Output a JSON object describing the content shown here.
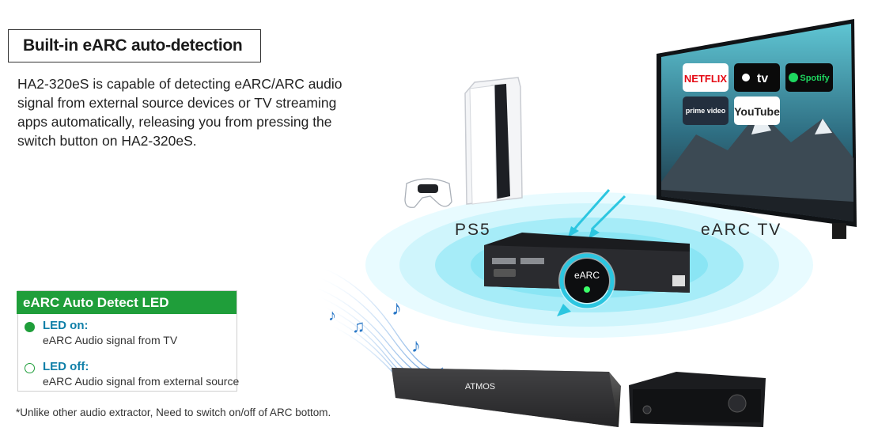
{
  "heading": "Built-in eARC auto-detection",
  "description": "HA2-320eS is capable of detecting eARC/ARC audio signal from external source devices or TV streaming apps automatically, releasing you from pressing the switch button on HA2-320eS.",
  "labels": {
    "ps5": "PS5",
    "earc_tv": "eARC TV",
    "earc_button": "eARC",
    "atmos": "ATMOS"
  },
  "apps": [
    "NETFLIX",
    "tv",
    "Spotify",
    "prime video",
    "YouTube"
  ],
  "led_panel": {
    "title": "eARC Auto Detect LED",
    "on_title": "LED on:",
    "on_desc": "eARC Audio signal from TV",
    "off_title": "LED off:",
    "off_desc": "eARC Audio signal from external source"
  },
  "footnote": "*Unlike other audio extractor,  Need to switch on/off of ARC bottom.",
  "colors": {
    "led_green": "#1f9e3a",
    "cyan": "#2cc6e0",
    "link_blue": "#0f7fa8"
  }
}
